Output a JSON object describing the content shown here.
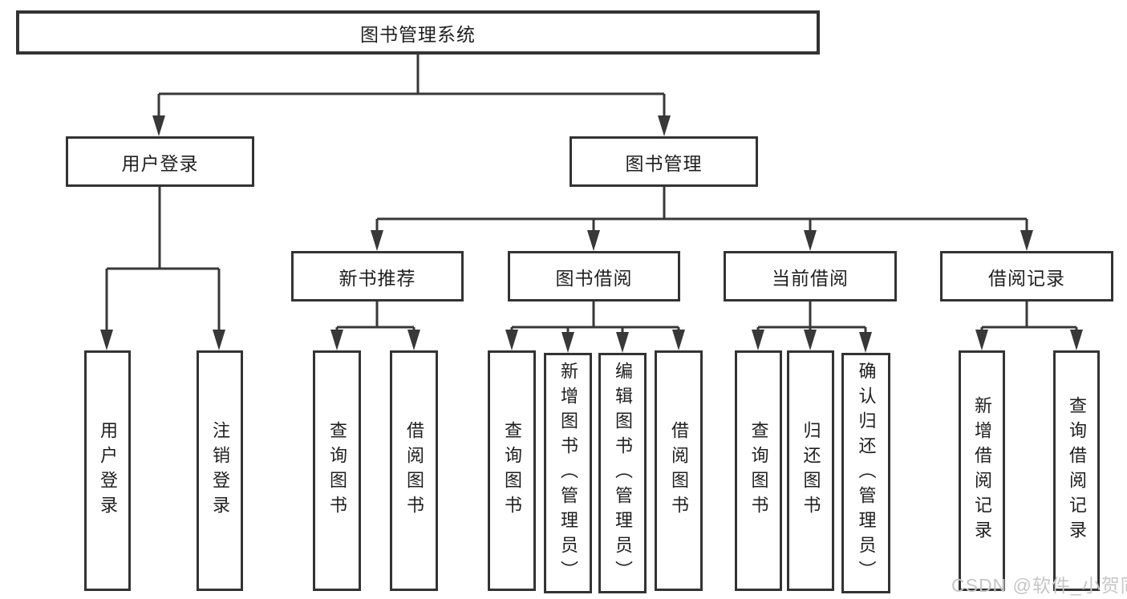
{
  "colors": {
    "line": "#383838",
    "box_border": "#333333",
    "text": "#1f1f1f",
    "background": "#ffffff",
    "watermark": "#c6c6c6"
  },
  "watermark": {
    "text": "CSDN @软件_小贺同学"
  },
  "tree": {
    "root": {
      "label": "图书管理系统"
    },
    "branches": [
      {
        "label": "用户登录",
        "children": [
          {
            "label": "用户登录"
          },
          {
            "label": "注销登录"
          }
        ]
      },
      {
        "label": "图书管理",
        "children": [
          {
            "label": "新书推荐",
            "children": [
              {
                "label": "查询图书"
              },
              {
                "label": "借阅图书"
              }
            ]
          },
          {
            "label": "图书借阅",
            "children": [
              {
                "label": "查询图书"
              },
              {
                "label": "新增图书（管理员）"
              },
              {
                "label": "编辑图书（管理员）"
              },
              {
                "label": "借阅图书"
              }
            ]
          },
          {
            "label": "当前借阅",
            "children": [
              {
                "label": "查询图书"
              },
              {
                "label": "归还图书"
              },
              {
                "label": "确认归还（管理员）"
              }
            ]
          },
          {
            "label": "借阅记录",
            "children": [
              {
                "label": "新增借阅记录"
              },
              {
                "label": "查询借阅记录"
              }
            ]
          }
        ]
      }
    ]
  }
}
